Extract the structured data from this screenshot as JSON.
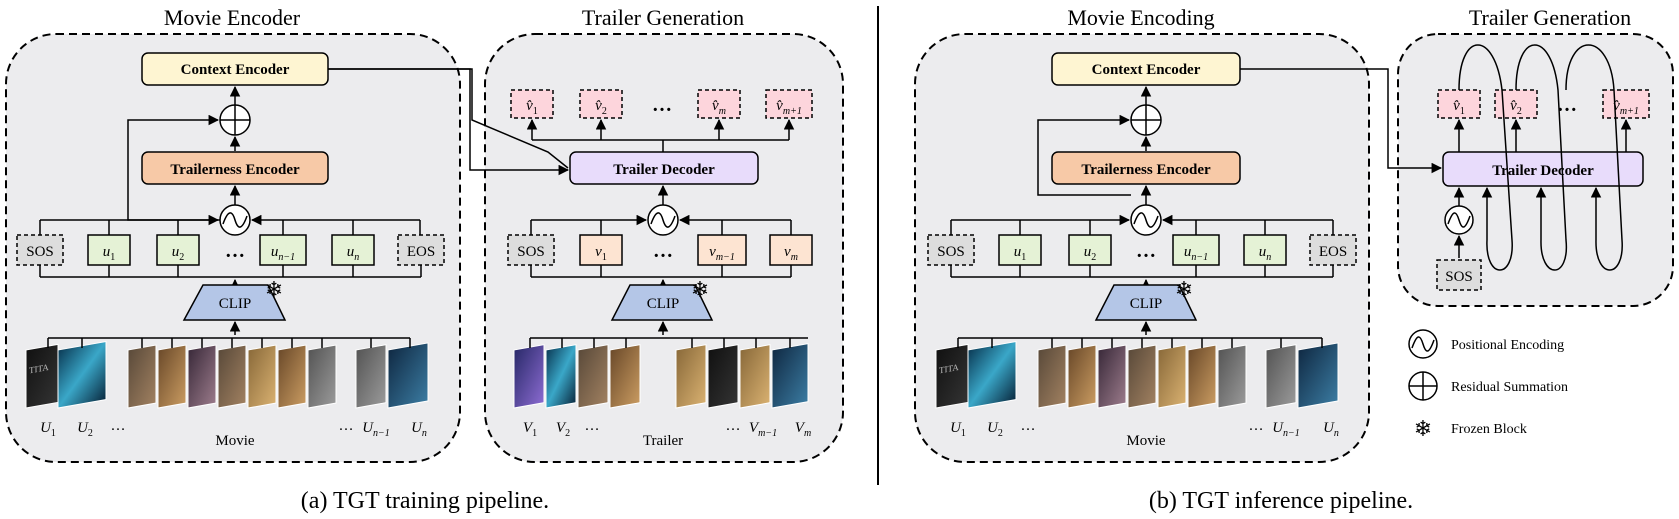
{
  "panel_a": {
    "header_left": "Movie Encoder",
    "header_right": "Trailer Generation",
    "context_encoder": "Context Encoder",
    "trailerness_encoder": "Trailerness Encoder",
    "trailer_decoder": "Trailer Decoder",
    "clip_left": "CLIP",
    "clip_right": "CLIP",
    "movie_tokens": [
      "SOS",
      "u1",
      "u2",
      "…",
      "un−1",
      "un",
      "EOS"
    ],
    "trailer_tokens": [
      "SOS",
      "v1",
      "…",
      "vm−1",
      "vm"
    ],
    "outputs": [
      "v̂1",
      "v̂2",
      "…",
      "v̂m",
      "v̂m+1"
    ],
    "movie_frames": [
      "U1",
      "U2",
      "…",
      "…",
      "Un−1",
      "Un"
    ],
    "movie_label": "Movie",
    "trailer_frames": [
      "V1",
      "V2",
      "…",
      "…",
      "Vm−1",
      "Vm"
    ],
    "trailer_label": "Trailer",
    "caption": "(a) TGT training pipeline."
  },
  "panel_b": {
    "header_left": "Movie Encoding",
    "header_right": "Trailer Generation",
    "context_encoder": "Context Encoder",
    "trailerness_encoder": "Trailerness Encoder",
    "trailer_decoder": "Trailer Decoder",
    "clip": "CLIP",
    "movie_tokens": [
      "SOS",
      "u1",
      "u2",
      "…",
      "un−1",
      "un",
      "EOS"
    ],
    "outputs": [
      "v̂1",
      "v̂2",
      "…",
      "v̂m+1"
    ],
    "sos": "SOS",
    "movie_frames": [
      "U1",
      "U2",
      "…",
      "…",
      "Un−1",
      "Un"
    ],
    "movie_label": "Movie",
    "caption": "(b) TGT inference pipeline."
  },
  "legend": {
    "positional": "Positional Encoding",
    "residual": "Residual Summation",
    "frozen": "Frozen Block"
  },
  "colors": {
    "context_fill": "#fef5d2",
    "trailerness_fill": "#f7c9a7",
    "decoder_fill": "#e8dcfb",
    "clip_fill": "#b4c6e7",
    "movie_token_fill": "#e5f2d6",
    "trailer_token_fill": "#fde4d2",
    "output_fill": "#fdd5dc",
    "special_token_fill": "#dddddd",
    "panel_fill": "#ececee"
  }
}
